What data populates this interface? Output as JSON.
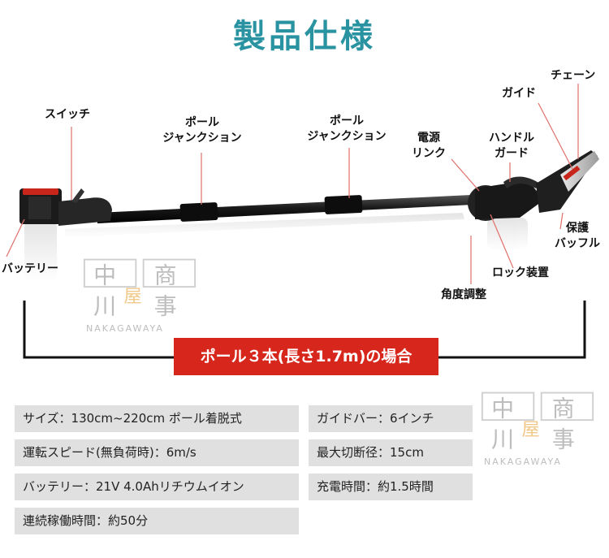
{
  "title": "製品仕様",
  "labels": {
    "switch": "スイッチ",
    "pole_junction_1a": "ポール",
    "pole_junction_1b": "ジャンクション",
    "pole_junction_2a": "ポール",
    "pole_junction_2b": "ジャンクション",
    "power_link_a": "電源",
    "power_link_b": "リンク",
    "hand_guard_a": "ハンドル",
    "hand_guard_b": "ガード",
    "guide": "ガイド",
    "chain": "チェーン",
    "baffle_a": "保護",
    "baffle_b": "バッフル",
    "battery": "バッテリー",
    "lock": "ロック装置",
    "angle": "角度調整"
  },
  "banner": "ポール３本(長さ1.7m)の場合",
  "watermark": {
    "chars": [
      "中",
      "商",
      "川",
      "事",
      "屋"
    ],
    "romaji": "NAKAGAWAYA"
  },
  "specs_left": [
    "サイズ：130cm~220cm ポール着脱式",
    "運転スピード(無負荷時)：6m/s",
    "バッテリー：21V 4.0Ahリチウムイオン",
    "連続稼働時間：約50分"
  ],
  "specs_right": [
    "ガイドバー：6インチ",
    "最大切断径：15cm",
    "充電時間：約1.5時間"
  ],
  "colors": {
    "title": "#2a93a2",
    "banner": "#d7261c",
    "leader": "#e0706a",
    "spec_bg": "#e0e0e0"
  }
}
